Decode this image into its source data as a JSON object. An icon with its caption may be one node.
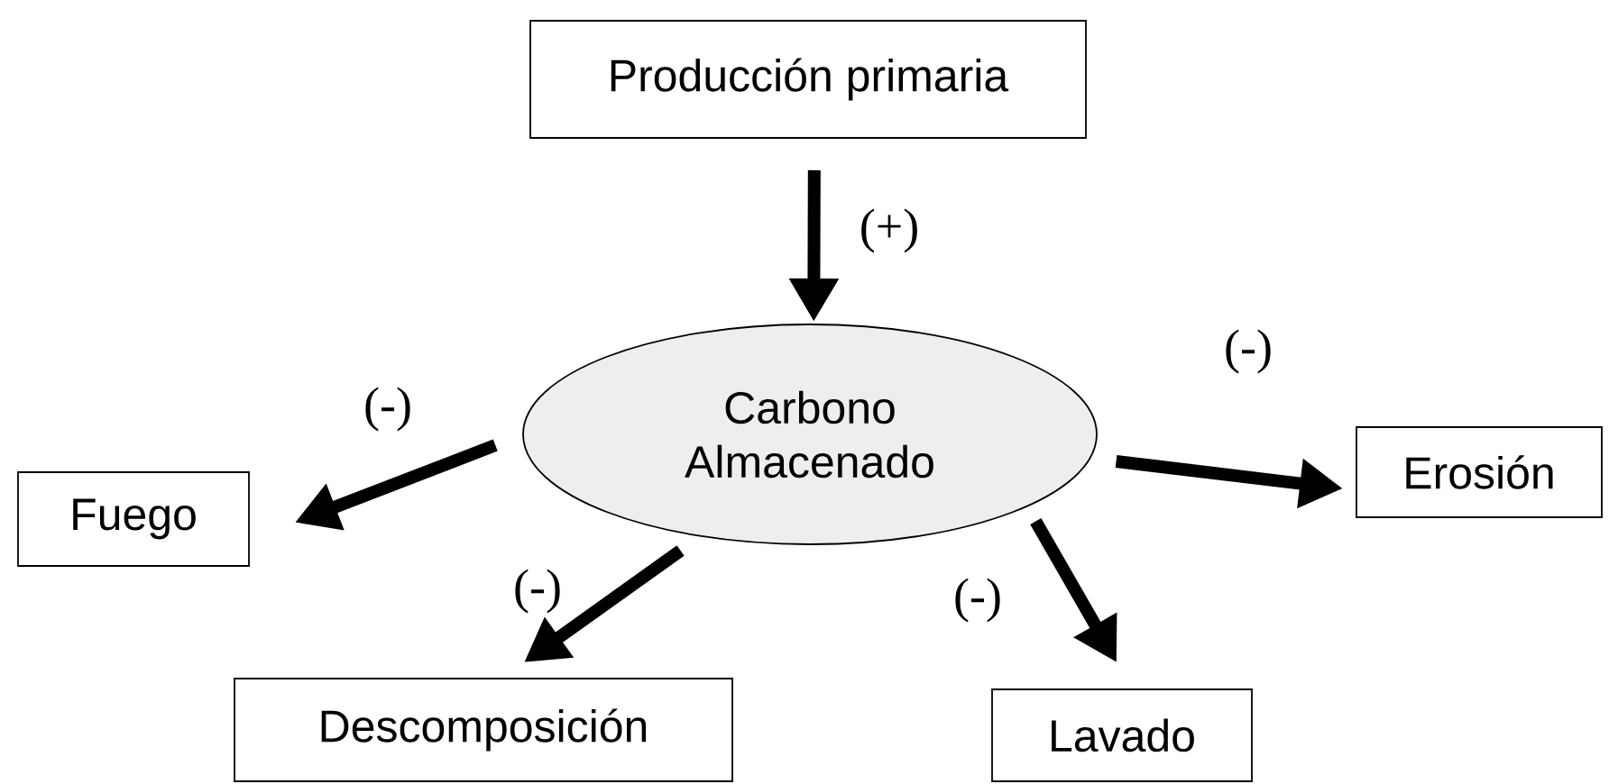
{
  "diagram": {
    "nodes": [
      {
        "text": [
          "Producción primaria"
        ]
      },
      {
        "text": [
          "Carbono Almacenado"
        ]
      },
      {
        "text": [
          "Fuego"
        ]
      },
      {
        "text": [
          "Erosión"
        ]
      },
      {
        "text": [
          "Descomposición"
        ]
      },
      {
        "text": [
          "Lavado"
        ]
      }
    ],
    "edges": [
      {
        "from": 0,
        "to": 1,
        "arrow": "to",
        "label": "(+)"
      },
      {
        "from": 1,
        "to": 2,
        "arrow": "to",
        "label": "(-)"
      },
      {
        "from": 1,
        "to": 3,
        "arrow": "to",
        "label": "(-)"
      },
      {
        "from": 1,
        "to": 4,
        "arrow": "to",
        "label": "(-)"
      },
      {
        "from": 1,
        "to": 5,
        "arrow": "to",
        "label": "(-)"
      }
    ]
  }
}
